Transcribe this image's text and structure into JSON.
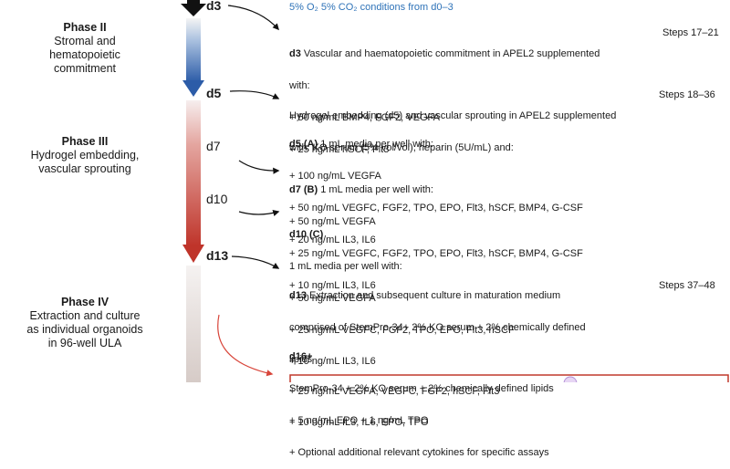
{
  "top_note": "5% O₂ 5% CO₂ conditions from d0–3",
  "phases": [
    {
      "title": "Phase II",
      "desc": [
        "Stromal and",
        "hematopoietic",
        "commitment"
      ]
    },
    {
      "title": "Phase III",
      "desc": [
        "Hydrogel embedding,",
        "vascular sprouting"
      ]
    },
    {
      "title": "Phase IV",
      "desc": [
        "Extraction and culture",
        "as individual organoids",
        "in 96-well ULA"
      ]
    }
  ],
  "days": [
    "d3",
    "d5",
    "d7",
    "d10",
    "d13"
  ],
  "steps": [
    "Steps 17–21",
    "Steps 18–36",
    "Steps 37–48"
  ],
  "blocks": {
    "d3": {
      "head_bold": "d3",
      "head_rest": " Vascular and haematopoietic commitment in APEL2 supplemented",
      "lines": [
        "with:",
        "+ 50 ng/mL BMP4, FGF2, VEGFA",
        "+ 25 ng/mL hSCF, Flt3"
      ]
    },
    "d5intro": {
      "lines": [
        "Hydrogel embedding (d5) and vascular sprouting in APEL2 supplemented",
        "with: KO serum (5% vol/vol), heparin (5U/mL) and:"
      ]
    },
    "d5A": {
      "head_bold": "d5 (A)",
      "head_rest": " 1 mL media per well with:",
      "lines": [
        "+ 100 ng/mL VEGFA",
        "+ 50 ng/mL VEGFC, FGF2, TPO, EPO, Flt3, hSCF, BMP4, G-CSF",
        "+ 20 ng/mL IL3, IL6"
      ]
    },
    "d7B": {
      "head_bold": "d7 (B)",
      "head_rest": " 1 mL media per well with:",
      "lines": [
        "+ 50 ng/mL VEGFA",
        "+ 25 ng/mL VEGFC, FGF2, TPO, EPO, Flt3, hSCF, BMP4, G-CSF",
        "+ 10 ng/mL IL3, IL6"
      ]
    },
    "d10C": {
      "head_bold": "d10 (C)",
      "head_rest": "",
      "lines": [
        "1 mL media per well with:",
        "+ 50 ng/mL VEGFA",
        "+ 25 ng/mL VEGFC, FGF2, TPO, EPO, Flt3, hSCF",
        "+ 10 ng/mL IL3, IL6"
      ]
    },
    "d13": {
      "head_bold": "d13",
      "head_rest": " Extraction and subsequent culture in maturation medium",
      "lines": [
        "comprised of StemPro-34+ 2% KO serum + 2% chemically defined",
        "lipids",
        "+ 25 ng/mL VEGFA, VEGFC, FGF2, hSCF, Flt3",
        "+ 10 ng/mL IL3, IL6, EPO, TPO"
      ]
    },
    "d16": {
      "head_bold": "d16+",
      "head_rest": "",
      "lines": [
        "StemPro-34 + 2% KO serum + 2% chemically defined lipids",
        "+ 5 ng/mL EPO + 1 ng/mL TPO",
        "+ Optional additional relevant cytokines for specific assays"
      ]
    }
  },
  "colors": {
    "phase2_bar": "#2f5fae",
    "phase3_bar": "#c0392b",
    "top_arrow": "#111111",
    "d16_arrow": "#d8453a",
    "bottom_box": "#c0392b",
    "note_blue": "#2f73b8"
  }
}
